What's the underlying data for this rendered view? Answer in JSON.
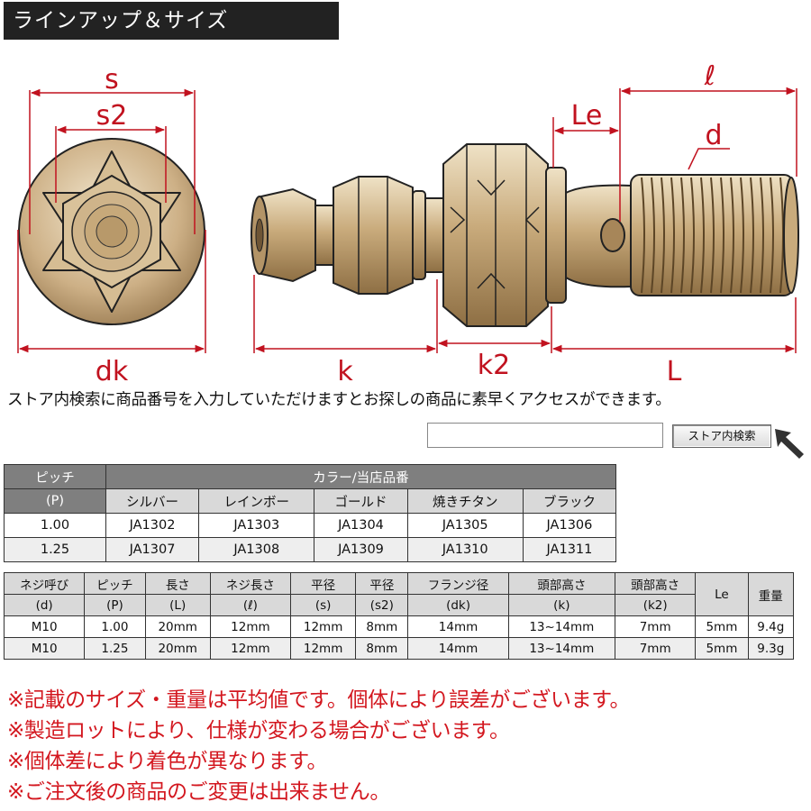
{
  "header": {
    "title": "ラインアップ＆サイズ"
  },
  "diagram": {
    "labels": {
      "s": "s",
      "s2": "s2",
      "dk": "dk",
      "k": "k",
      "k2": "k2",
      "Le": "Le",
      "l": "ℓ",
      "d": "d",
      "L": "L"
    },
    "dimension_color": "#c1121f",
    "metal_color": "#c7a97a"
  },
  "search": {
    "prompt": "ストア内検索に商品番号を入力していただけますとお探しの商品に素早くアクセスができます。",
    "input_value": "",
    "button_label": "ストア内検索"
  },
  "color_table": {
    "pitch_header": "ピッチ",
    "pitch_sub": "(P)",
    "color_header": "カラー/当店品番",
    "colors": [
      "シルバー",
      "レインボー",
      "ゴールド",
      "焼きチタン",
      "ブラック"
    ],
    "rows": [
      {
        "pitch": "1.00",
        "codes": [
          "JA1302",
          "JA1303",
          "JA1304",
          "JA1305",
          "JA1306"
        ]
      },
      {
        "pitch": "1.25",
        "codes": [
          "JA1307",
          "JA1308",
          "JA1309",
          "JA1310",
          "JA1311"
        ]
      }
    ]
  },
  "size_table": {
    "headers": [
      {
        "name": "ネジ呼び",
        "sym": "(d)"
      },
      {
        "name": "ピッチ",
        "sym": "(P)"
      },
      {
        "name": "長さ",
        "sym": "(L)"
      },
      {
        "name": "ネジ長さ",
        "sym": "(ℓ)"
      },
      {
        "name": "平径",
        "sym": "(s)"
      },
      {
        "name": "平径",
        "sym": "(s2)"
      },
      {
        "name": "フランジ径",
        "sym": "(dk)"
      },
      {
        "name": "頭部高さ",
        "sym": "(k)"
      },
      {
        "name": "頭部高さ",
        "sym": "(k2)"
      },
      {
        "name": "Le",
        "sym": ""
      },
      {
        "name": "重量",
        "sym": ""
      }
    ],
    "rows": [
      [
        "M10",
        "1.00",
        "20mm",
        "12mm",
        "12mm",
        "8mm",
        "14mm",
        "13~14mm",
        "7mm",
        "5mm",
        "9.4g"
      ],
      [
        "M10",
        "1.25",
        "20mm",
        "12mm",
        "12mm",
        "8mm",
        "14mm",
        "13~14mm",
        "7mm",
        "5mm",
        "9.3g"
      ]
    ]
  },
  "notes": [
    "※記載のサイズ・重量は平均値です。個体により誤差がございます。",
    "※製造ロットにより、仕様が変わる場合がございます。",
    "※個体差により着色が異なります。",
    "※ご注文後の商品のご変更は出来ません。"
  ]
}
